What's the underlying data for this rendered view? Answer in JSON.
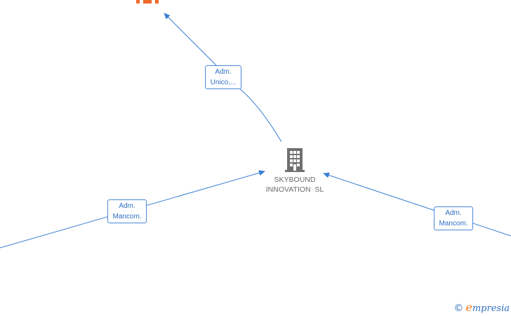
{
  "center_node": {
    "icon": "building-icon",
    "line1": "SKYBOUND",
    "line2": "INNOVATION  SL",
    "color": "#6b6b6b"
  },
  "edges": [
    {
      "label_line1": "Adm.",
      "label_line2": "Unico,..."
    },
    {
      "label_line1": "Adm.",
      "label_line2": "Mancom."
    },
    {
      "label_line1": "Adm.",
      "label_line2": "Mancom."
    }
  ],
  "top_node": {
    "icon": "person-icon",
    "color": "#f06a2a"
  },
  "colors": {
    "edge": "#3b7fd4",
    "label_border": "#4a8ad8",
    "label_text": "#2f6fc4",
    "brand_accent": "#f07a1e"
  },
  "watermark": {
    "copyright": "©",
    "brand_e": "e",
    "brand_rest": "mpresia"
  }
}
